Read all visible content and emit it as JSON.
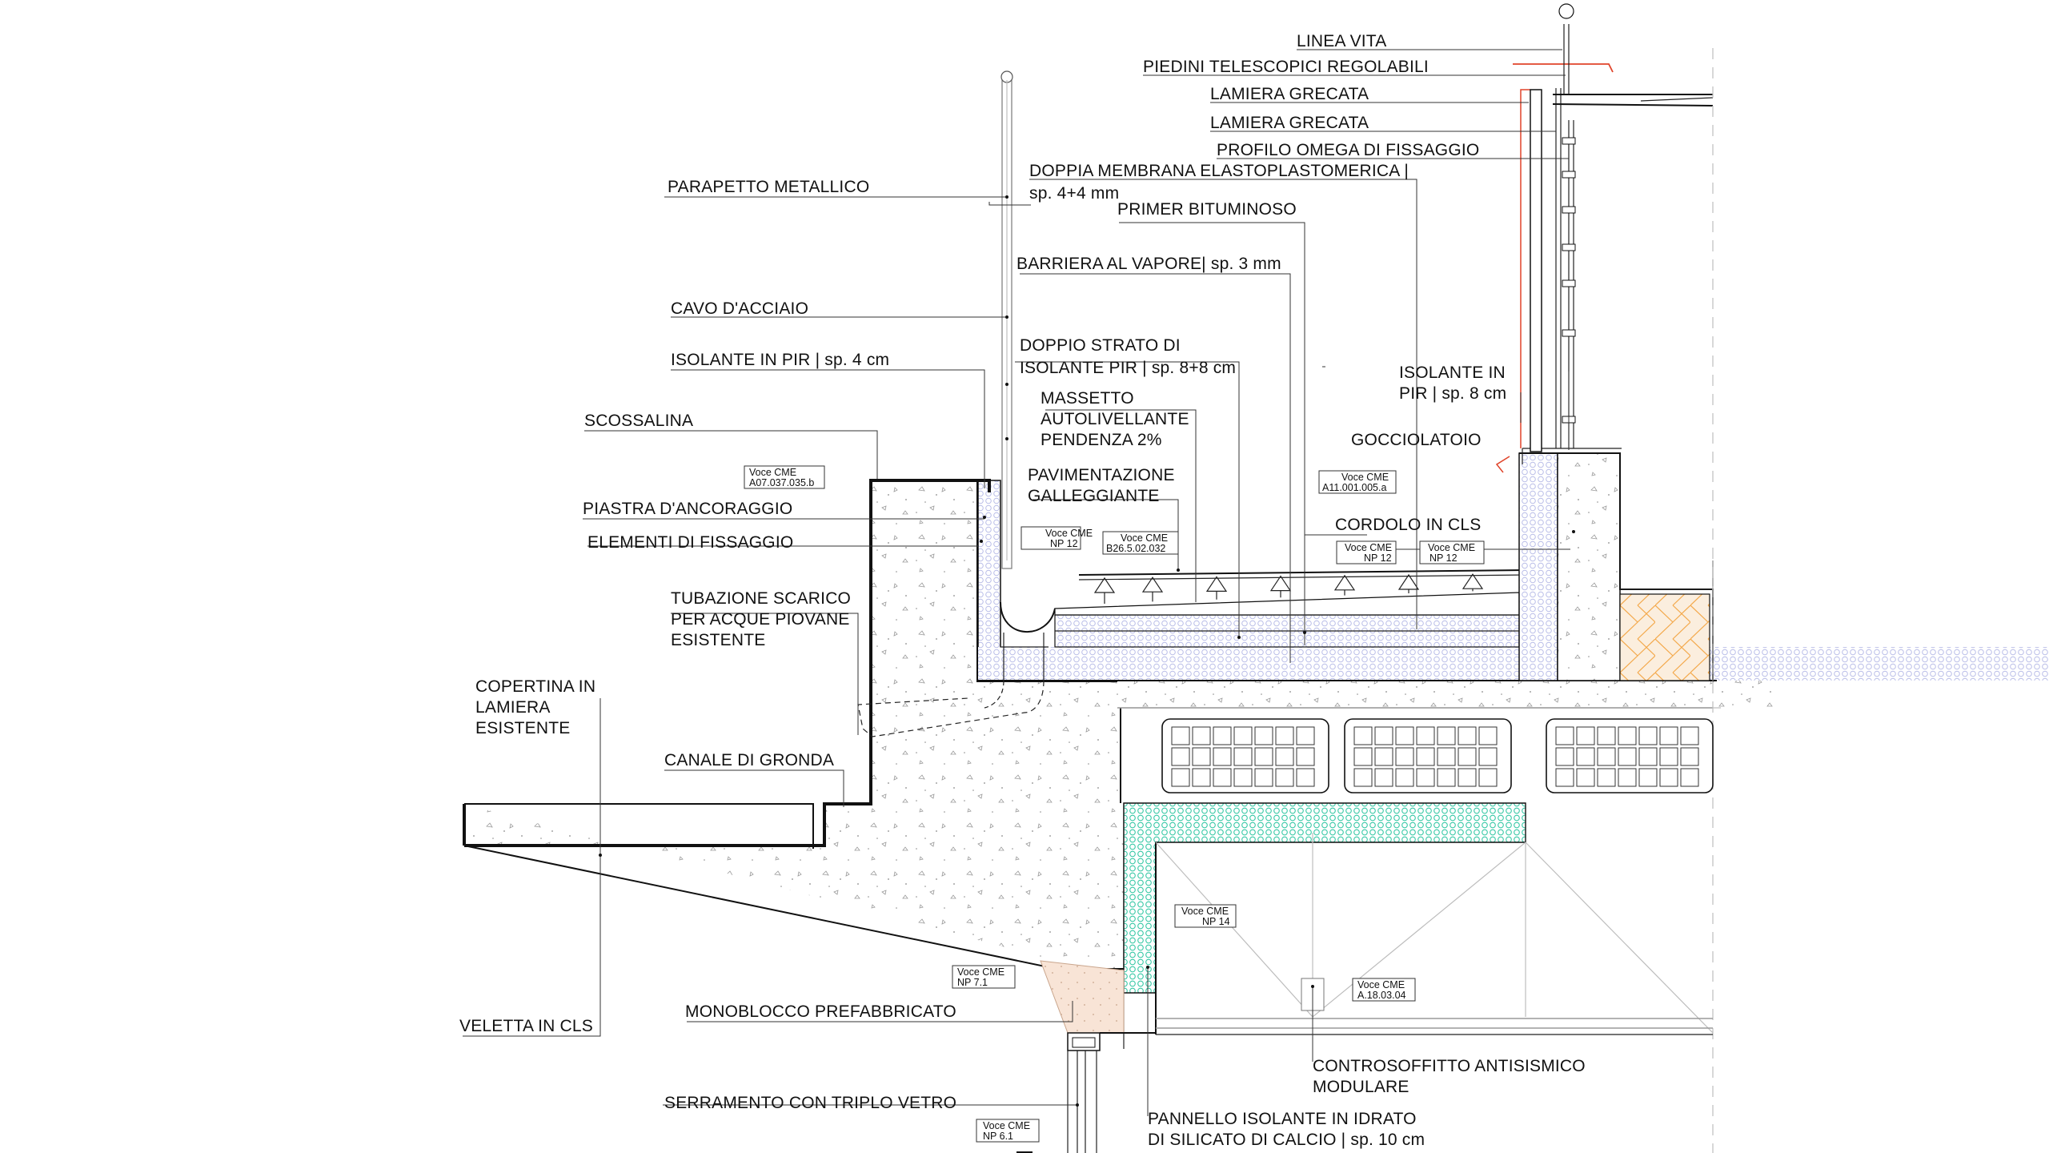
{
  "labels": {
    "linea_vita": "LINEA VITA",
    "piedini_telescopici": "PIEDINI TELESCOPICI REGOLABILI",
    "lamiera_grecata_1": "LAMIERA GRECATA",
    "lamiera_grecata_2": "LAMIERA GRECATA",
    "profilo_omega": "PROFILO OMEGA DI FISSAGGIO",
    "doppia_membrana_1": "DOPPIA MEMBRANA ELASTOPLASTOMERICA |",
    "doppia_membrana_2": "sp. 4+4 mm",
    "parapetto_metallico": "PARAPETTO METALLICO",
    "primer_bituminoso": "PRIMER BITUMINOSO",
    "barriera_vapore": "BARRIERA AL VAPORE| sp. 3 mm",
    "cavo_acciaio": "CAVO D'ACCIAIO",
    "doppio_strato_1": "DOPPIO STRATO DI",
    "doppio_strato_2": "ISOLANTE PIR | sp. 8+8 cm",
    "isolante_pir_4": "ISOLANTE IN PIR | sp. 4 cm",
    "isolante_in_1": "ISOLANTE IN",
    "isolante_in_2": "PIR | sp. 8 cm",
    "massetto_1": "MASSETTO",
    "massetto_2": "AUTOLIVELLANTE",
    "massetto_3": "PENDENZA 2%",
    "scossalina": "SCOSSALINA",
    "gocciolatoio": "GOCCIOLATOIO",
    "pavimentazione_1": "PAVIMENTAZIONE",
    "pavimentazione_2": "GALLEGGIANTE",
    "piastra_ancoraggio": "PIASTRA D'ANCORAGGIO",
    "cordolo_cls": "CORDOLO IN CLS",
    "elementi_fissaggio": "ELEMENTI DI FISSAGGIO",
    "tubazione_1": "TUBAZIONE SCARICO",
    "tubazione_2": "PER ACQUE PIOVANE",
    "tubazione_3": "ESISTENTE",
    "copertina_1": "COPERTINA IN",
    "copertina_2": "LAMIERA",
    "copertina_3": "ESISTENTE",
    "canale_gronda": "CANALE DI GRONDA",
    "veletta_cls": "VELETTA IN CLS",
    "monoblocco": "MONOBLOCCO PREFABBRICATO",
    "controsoffitto_1": "CONTROSOFFITTO ANTISISMICO",
    "controsoffitto_2": "MODULARE",
    "serramento": "SERRAMENTO CON TRIPLO VETRO",
    "pannello_1": "PANNELLO ISOLANTE IN IDRATO",
    "pannello_2": "DI SILICATO DI CALCIO | sp. 10 cm"
  },
  "tags": {
    "t_a07": {
      "line1": "Voce CME",
      "line2": "A07.037.035.b"
    },
    "t_np12a": {
      "line1": "Voce CME",
      "line2": "NP 12"
    },
    "t_b26": {
      "line1": "Voce CME",
      "line2": "B26.5.02.032"
    },
    "t_a11": {
      "line1": "Voce CME",
      "line2": "A11.001.005.a"
    },
    "t_np12b": {
      "line1": "Voce CME",
      "line2": "NP 12"
    },
    "t_np12c": {
      "line1": "Voce CME",
      "line2": "NP 12"
    },
    "t_np14": {
      "line1": "Voce CME",
      "line2": "NP 14"
    },
    "t_np71": {
      "line1": "Voce CME",
      "line2": "NP 7.1"
    },
    "t_a18": {
      "line1": "Voce CME",
      "line2": "A.18.03.04"
    },
    "t_np61": {
      "line1": "Voce CME",
      "line2": "NP 6.1"
    }
  },
  "colors": {
    "concrete_fill": "#ffffff",
    "insulation_pir": "#b9bde8",
    "insulation_calcium_silicate": "#38c9a6",
    "monoblocco_fill": "#f6dccb",
    "wall_insulation": "#f4c27f",
    "flashing_red": "#e0442a"
  }
}
